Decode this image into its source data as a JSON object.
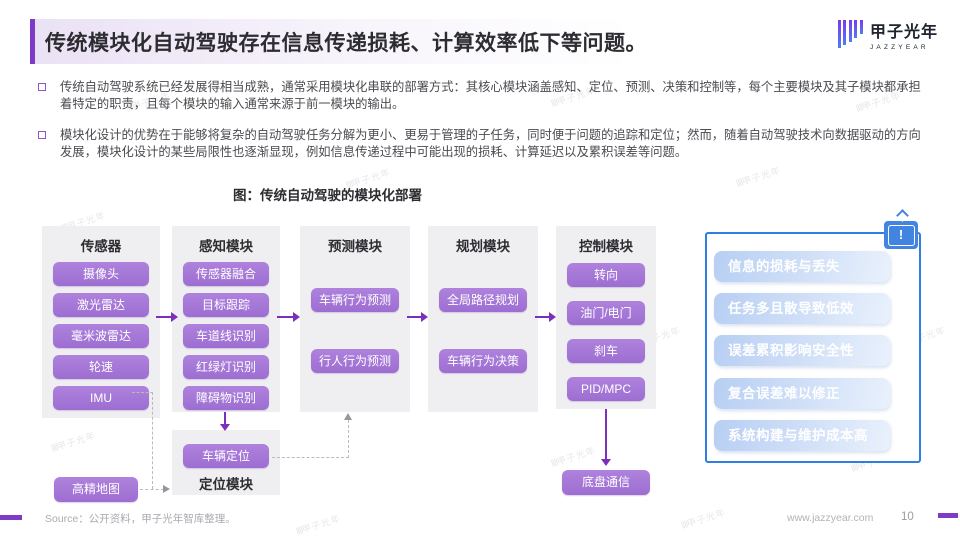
{
  "header": {
    "title": "传统模块化自动驾驶存在信息传递损耗、计算效率低下等问题。"
  },
  "logo": {
    "name": "甲子光年",
    "sub": "JAZZYEAR"
  },
  "bullets": [
    {
      "text": "传统自动驾驶系统已经发展得相当成熟，通常采用模块化串联的部署方式：其核心模块涵盖感知、定位、预测、决策和控制等，每个主要模块及其子模块都承担着特定的职责，且每个模块的输入通常来源于前一模块的输出。"
    },
    {
      "text": "模块化设计的优势在于能够将复杂的自动驾驶任务分解为更小、更易于管理的子任务，同时便于问题的追踪和定位；然而，随着自动驾驶技术向数据驱动的方向发展，模块化设计的某些局限性也逐渐显现，例如信息传递过程中可能出现的损耗、计算延迟以及累积误差等问题。"
    }
  ],
  "diagram": {
    "caption": "图：传统自动驾驶的模块化部署",
    "columns": [
      {
        "title": "传感器",
        "items": [
          "摄像头",
          "激光雷达",
          "毫米波雷达",
          "轮速",
          "IMU"
        ]
      },
      {
        "title": "感知模块",
        "items": [
          "传感器融合",
          "目标跟踪",
          "车道线识别",
          "红绿灯识别",
          "障碍物识别"
        ]
      },
      {
        "title": "预测模块",
        "items": [
          "车辆行为预测",
          "行人行为预测"
        ]
      },
      {
        "title": "规划模块",
        "items": [
          "全局路径规划",
          "车辆行为决策"
        ]
      },
      {
        "title": "控制模块",
        "items": [
          "转向",
          "油门/电门",
          "刹车",
          "PID/MPC"
        ]
      }
    ],
    "hd_map": "高精地图",
    "localization": {
      "item": "车辆定位",
      "title": "定位模块"
    },
    "chassis": "底盘通信"
  },
  "issues": {
    "icon": "!",
    "items": [
      "信息的损耗与丢失",
      "任务多且散导致低效",
      "误差累积影响安全性",
      "复合误差难以修正",
      "系统构建与维护成本高"
    ]
  },
  "footer": {
    "source": "Source：公开资料，甲子光年智库整理。",
    "website": "www.jazzyear.com",
    "page": "10"
  },
  "watermark": "甲子光年",
  "colors": {
    "accent_purple": "#7d3bc8",
    "button_purple": "#a478d8",
    "panel_blue": "#2f7ee3",
    "icon_blue": "#4285e0"
  }
}
